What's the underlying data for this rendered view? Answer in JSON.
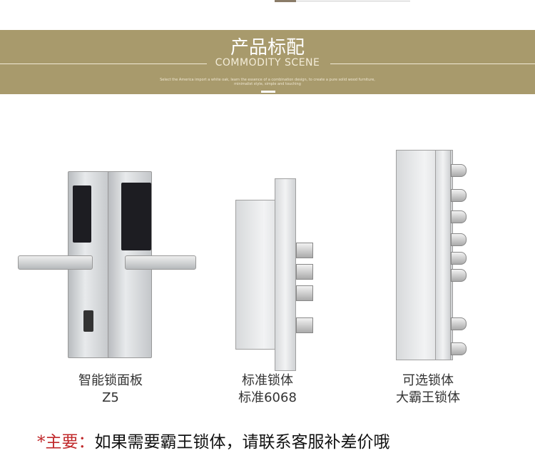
{
  "banner": {
    "title": "产品标配",
    "subtitle": "COMMODITY SCENE",
    "description": "Select the America import a white oak, learn the essence of a combination design, to create a pure solid wood furniture, minimalist style, simple and touching",
    "color": "#a89a6c"
  },
  "products": [
    {
      "line1": "智能锁面板",
      "line2": "Z5"
    },
    {
      "line1": "标准锁体",
      "line2": "标准6068"
    },
    {
      "line1": "可选锁体",
      "line2": "大霸王锁体"
    }
  ],
  "note": {
    "prefix": "*主要：",
    "text": "如果需要霸王锁体，请联系客服补差价哦",
    "prefix_color": "#c0282a"
  }
}
